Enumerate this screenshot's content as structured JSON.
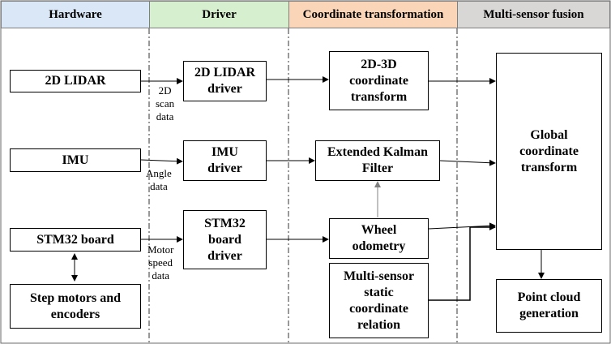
{
  "headers": {
    "hardware": "Hardware",
    "driver": "Driver",
    "coordinate": "Coordinate transformation",
    "fusion": "Multi-sensor fusion"
  },
  "colors": {
    "hardware_bg": "#dae7f6",
    "driver_bg": "#d6efcf",
    "coordinate_bg": "#fbd5b7",
    "fusion_bg": "#d9d6d6"
  },
  "nodes": {
    "lidar": "2D LIDAR",
    "imu": "IMU",
    "stm32": "STM32 board",
    "motors": "Step motors and encoders",
    "lidar_driver": "2D LIDAR driver",
    "imu_driver": "IMU driver",
    "stm32_driver": "STM32 board driver",
    "coord_transform": "2D-3D coordinate transform",
    "ekf": "Extended Kalman Filter",
    "wheel_odometry": "Wheel odometry",
    "static_relation": "Multi-sensor static coordinate relation",
    "global_transform": "Global coordinate transform",
    "point_cloud": "Point cloud generation"
  },
  "edge_labels": {
    "scan": "2D\nscan\ndata",
    "angle": "Angle\ndata",
    "motor": "Motor\nspeed\ndata"
  }
}
